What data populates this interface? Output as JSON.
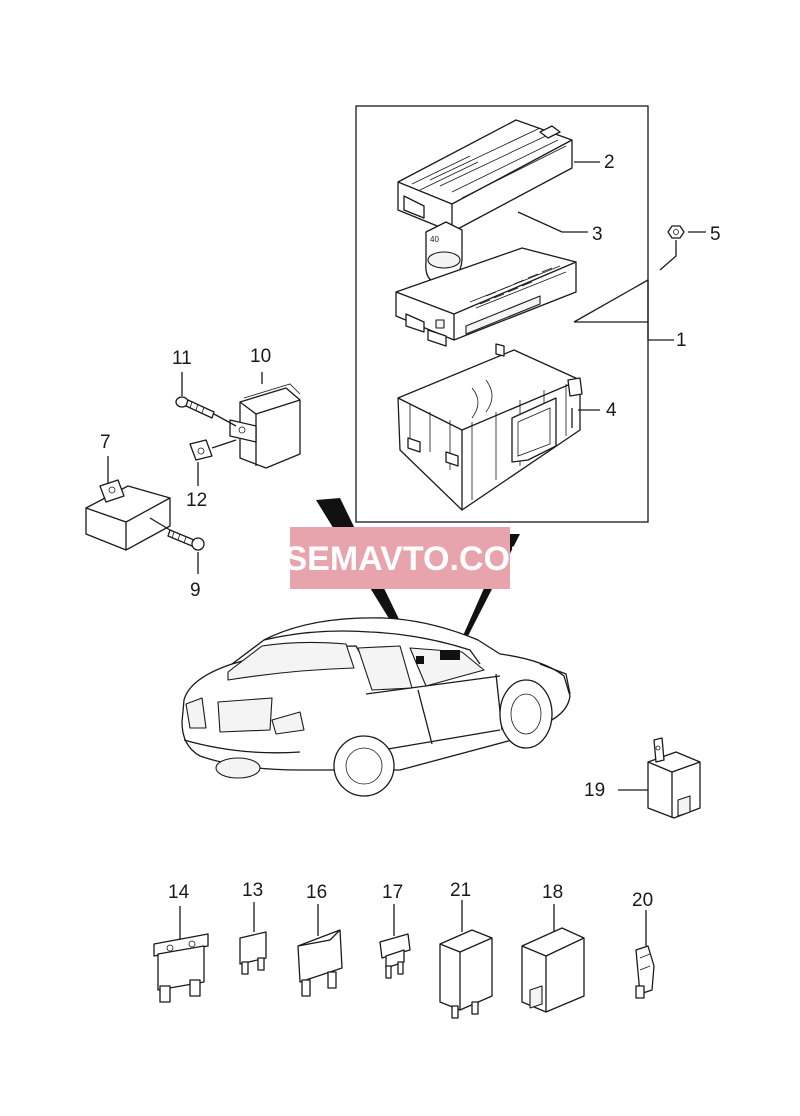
{
  "watermark": {
    "text": "VSEMAVTO.COM",
    "color": "#e8a4ac"
  },
  "callouts": [
    {
      "id": "c1",
      "label": "1"
    },
    {
      "id": "c2",
      "label": "2"
    },
    {
      "id": "c3",
      "label": "3"
    },
    {
      "id": "c4",
      "label": "4"
    },
    {
      "id": "c5",
      "label": "5"
    },
    {
      "id": "c7",
      "label": "7"
    },
    {
      "id": "c9",
      "label": "9"
    },
    {
      "id": "c10",
      "label": "10"
    },
    {
      "id": "c11",
      "label": "11"
    },
    {
      "id": "c12",
      "label": "12"
    },
    {
      "id": "c13",
      "label": "13"
    },
    {
      "id": "c14",
      "label": "14"
    },
    {
      "id": "c16",
      "label": "16"
    },
    {
      "id": "c17",
      "label": "17"
    },
    {
      "id": "c18",
      "label": "18"
    },
    {
      "id": "c19",
      "label": "19"
    },
    {
      "id": "c20",
      "label": "20"
    },
    {
      "id": "c21",
      "label": "21"
    }
  ]
}
